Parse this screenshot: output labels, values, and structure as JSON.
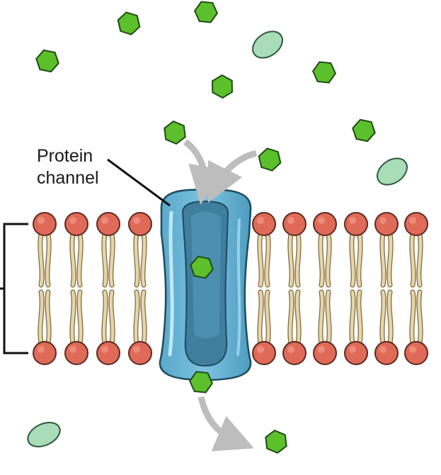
{
  "diagram": {
    "callout": {
      "line1": "Protein",
      "line2": "channel"
    },
    "colors": {
      "background": "#ffffff",
      "solute_fill": "#5cc02c",
      "solute_stroke": "#1f4a14",
      "large_molecule_fill": "#a9dcb9",
      "large_molecule_stroke": "#2f5a3a",
      "phospholipid_head": "#e06a58",
      "phospholipid_tail": "#e8d6a8",
      "tail_stroke": "#7a6a44",
      "channel_fill": "#6fb6d6",
      "channel_dark": "#3f7e9c",
      "channel_light": "#a8dcf0",
      "arrow": "#bdbdbd",
      "outline": "#111111"
    },
    "icons": {
      "solute": "hexagon",
      "large_molecule": "ellipse",
      "phospholipid": "circle-head-with-two-tails",
      "arrow": "curved-arrow"
    }
  }
}
